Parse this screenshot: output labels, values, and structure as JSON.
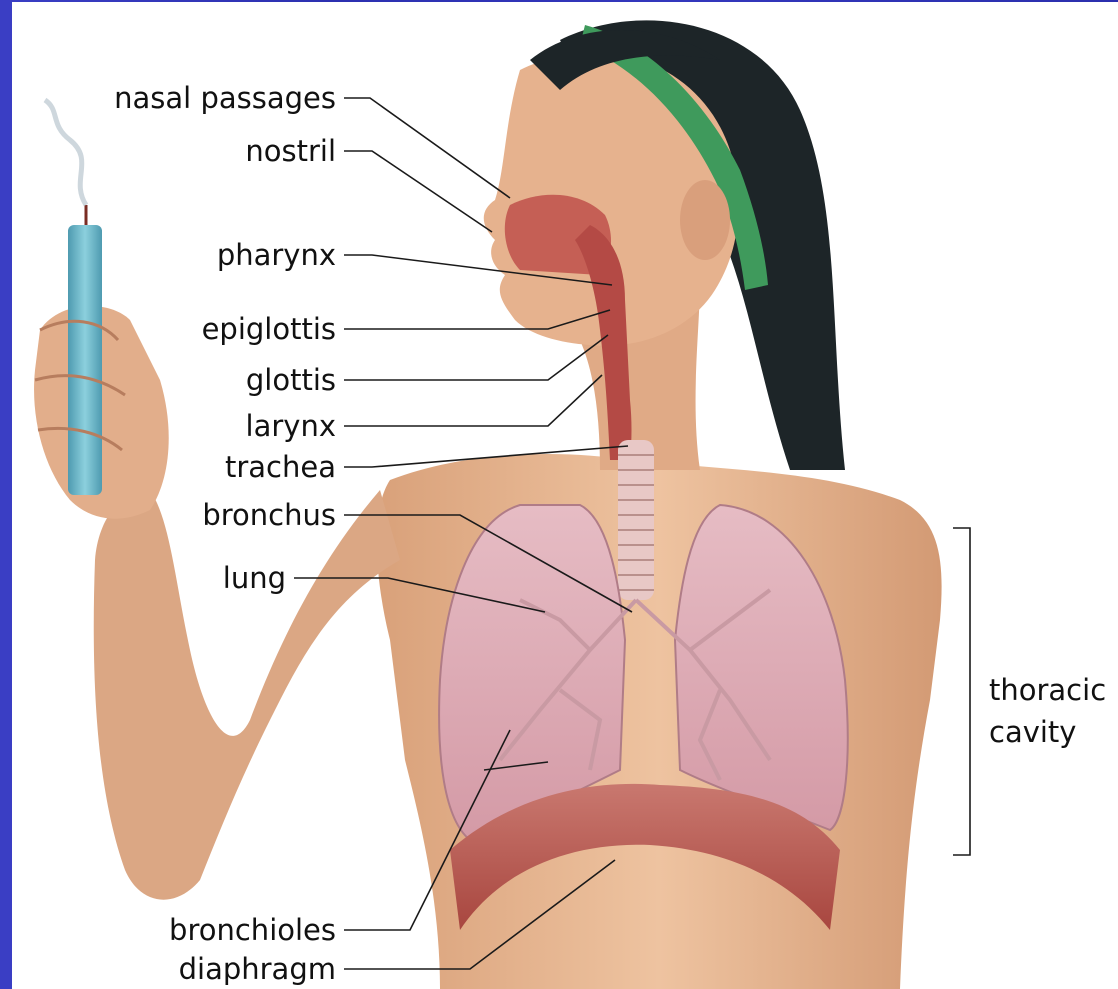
{
  "labels": {
    "nasal_passages": "nasal passages",
    "nostril": "nostril",
    "pharynx": "pharynx",
    "epiglottis": "epiglottis",
    "glottis": "glottis",
    "larynx": "larynx",
    "trachea": "trachea",
    "bronchus": "bronchus",
    "lung": "lung",
    "bronchioles": "bronchioles",
    "diaphragm": "diaphragm",
    "thoracic_line1": "thoracic",
    "thoracic_line2": "cavity"
  },
  "colors": {
    "background": "#2f33b8",
    "skin": "#e8b48e",
    "hair": "#1d2528",
    "headband": "#3f9a5c",
    "lung": "#dcaab4",
    "airway": "#c1554f",
    "candle": "#6fb6c8"
  }
}
